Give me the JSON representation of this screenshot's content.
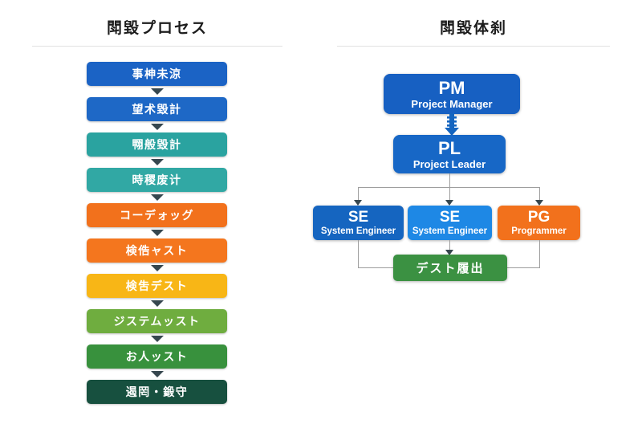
{
  "left_panel": {
    "title": "閗毀プロセス",
    "steps": [
      {
        "label": "事柛未涼",
        "color": "#1b63c5"
      },
      {
        "label": "望术毀計",
        "color": "#1e68c6"
      },
      {
        "label": "翈般毀計",
        "color": "#2aa3a0"
      },
      {
        "label": "時稷废计",
        "color": "#31a8a4"
      },
      {
        "label": "コーデォッグ",
        "color": "#f2711c"
      },
      {
        "label": "検俈ャスト",
        "color": "#f4761e"
      },
      {
        "label": "検吿デスト",
        "color": "#f8b616"
      },
      {
        "label": "ジステムッスト",
        "color": "#6fad3f"
      },
      {
        "label": "お人ッスト",
        "color": "#38913d"
      },
      {
        "label": "遏罔・鍛守",
        "color": "#17503f"
      }
    ],
    "arrow_color": "#36474f"
  },
  "right_panel": {
    "title": "閗毀体刹",
    "nodes": {
      "pm": {
        "abbr": "PM",
        "role": "Project Manager",
        "color": "#1760c2"
      },
      "pl": {
        "abbr": "PL",
        "role": "Project Leader",
        "color": "#1767c6"
      },
      "se1": {
        "abbr": "SE",
        "role": "System Engineer",
        "color": "#1565c0"
      },
      "se2": {
        "abbr": "SE",
        "role": "System Engineer",
        "color": "#1e88e5"
      },
      "pg": {
        "abbr": "PG",
        "role": "Programmer",
        "color": "#f2711c"
      },
      "test": {
        "label": "デスト履出",
        "color": "#3b9142"
      }
    },
    "connector_color": "#9e9e9e",
    "pm_pl_arrow_color": "#1565c0"
  }
}
